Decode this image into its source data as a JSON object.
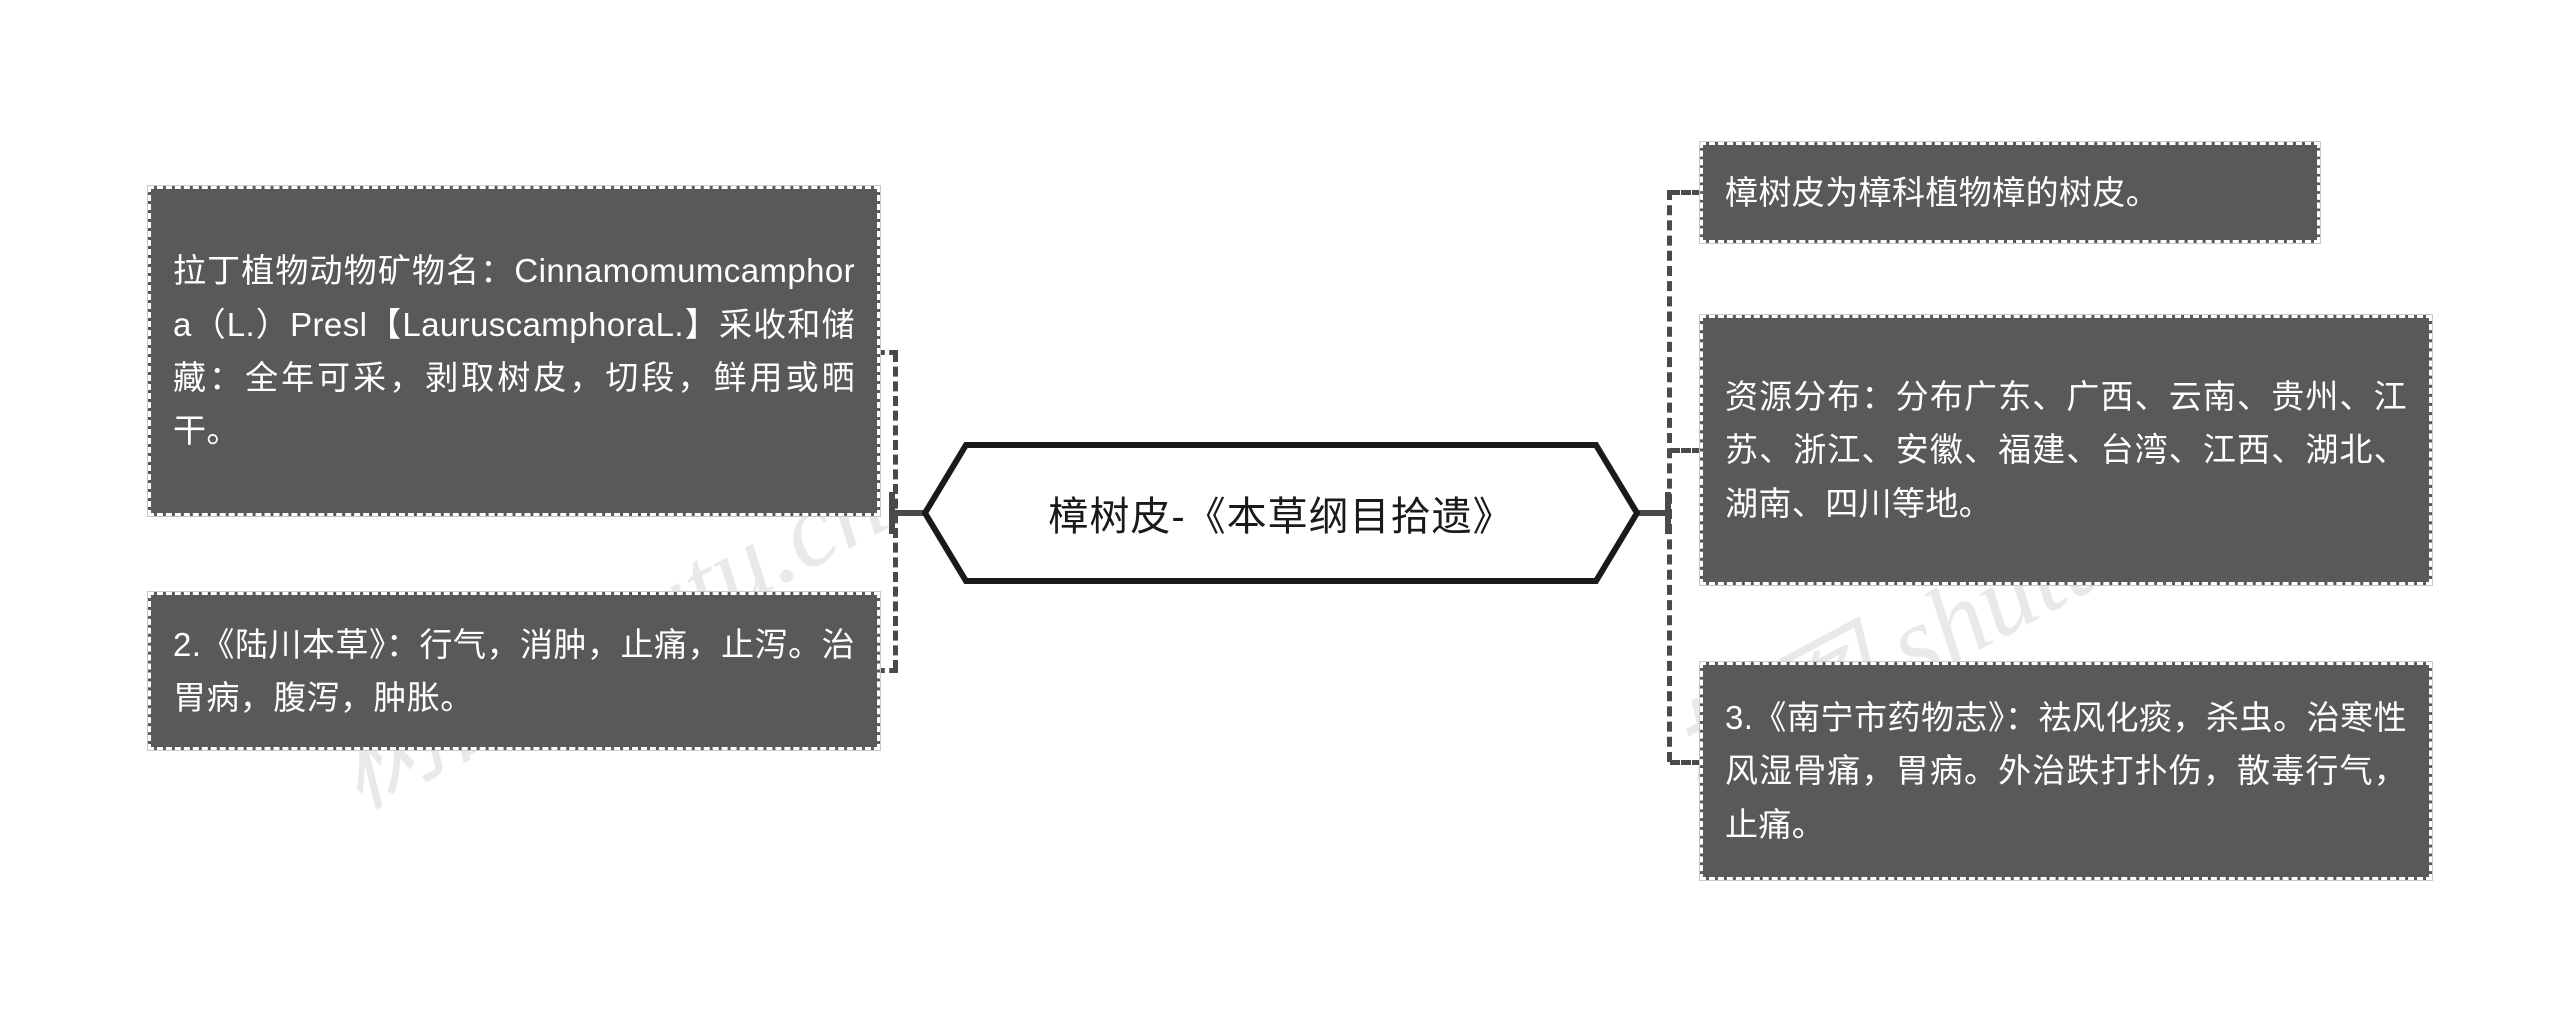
{
  "diagram": {
    "title": "樟树皮-《本草纲目拾遗》",
    "type": "mind-map",
    "center": {
      "label": "樟树皮-《本草纲目拾遗》",
      "shape": "hexagon",
      "border_color": "#1a1a1a",
      "fill_color": "#ffffff",
      "text_color": "#1a1a1a"
    },
    "branches": {
      "left": [
        {
          "id": "left-1",
          "text": "拉丁植物动物矿物名：Cinnamomumcamphora（L.）Presl【LauruscamphoraL.】采收和储藏：全年可采，剥取树皮，切段，鲜用或晒干。"
        },
        {
          "id": "left-2",
          "text": "2.《陆川本草》：行气，消肿，止痛，止泻。治胃病，腹泻，肿胀。"
        }
      ],
      "right": [
        {
          "id": "right-1",
          "text": "樟树皮为樟科植物樟的树皮。"
        },
        {
          "id": "right-2",
          "text": "资源分布：分布广东、广西、云南、贵州、江苏、浙江、安徽、福建、台湾、江西、湖北、湖南、四川等地。"
        },
        {
          "id": "right-3",
          "text": "3.《南宁市药物志》：祛风化痰，杀虫。治寒性风湿骨痛，胃病。外治跌打扑伤，散毒行气，止痛。"
        }
      ]
    },
    "node_style": {
      "fill_color": "#595959",
      "text_color": "#ffffff",
      "border_style": "dashed",
      "border_color": "#ffffff"
    },
    "connector_color": "#4a4a4a",
    "watermark": "树图 shutu.cn",
    "background_color": "#ffffff"
  }
}
